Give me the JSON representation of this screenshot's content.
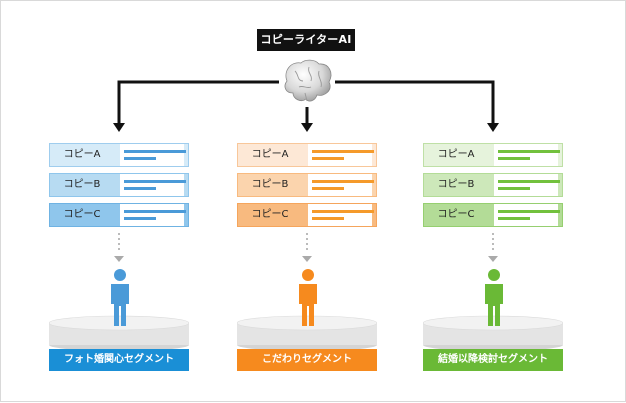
{
  "root": {
    "label": "コピーライターAI"
  },
  "colors": {
    "blue": "#4a9ad8",
    "blue_light": "#d6ebf8",
    "blue_mid": "#b7dbf2",
    "blue_dark": "#8fc6ec",
    "blue_label": "#1a8fd6",
    "orange": "#f59a2a",
    "orange_light": "#fde8d6",
    "orange_mid": "#fbd4ad",
    "orange_dark": "#f8ba7f",
    "orange_label": "#f68a1e",
    "green": "#72c13d",
    "green_light": "#e6f3dc",
    "green_mid": "#cde8ba",
    "green_dark": "#b3dc97",
    "green_label": "#6ab936"
  },
  "columns": [
    {
      "id": "blue",
      "copies": [
        {
          "label": "コピーA"
        },
        {
          "label": "コピーB"
        },
        {
          "label": "コピーC"
        }
      ],
      "segment": "フォト婚関心セグメント",
      "icon": "person-icon"
    },
    {
      "id": "orange",
      "copies": [
        {
          "label": "コピーA"
        },
        {
          "label": "コピーB"
        },
        {
          "label": "コピーC"
        }
      ],
      "segment": "こだわりセグメント",
      "icon": "person-icon"
    },
    {
      "id": "green",
      "copies": [
        {
          "label": "コピーA"
        },
        {
          "label": "コピーB"
        },
        {
          "label": "コピーC"
        }
      ],
      "segment": "結婚以降検討セグメント",
      "icon": "person-icon"
    }
  ]
}
